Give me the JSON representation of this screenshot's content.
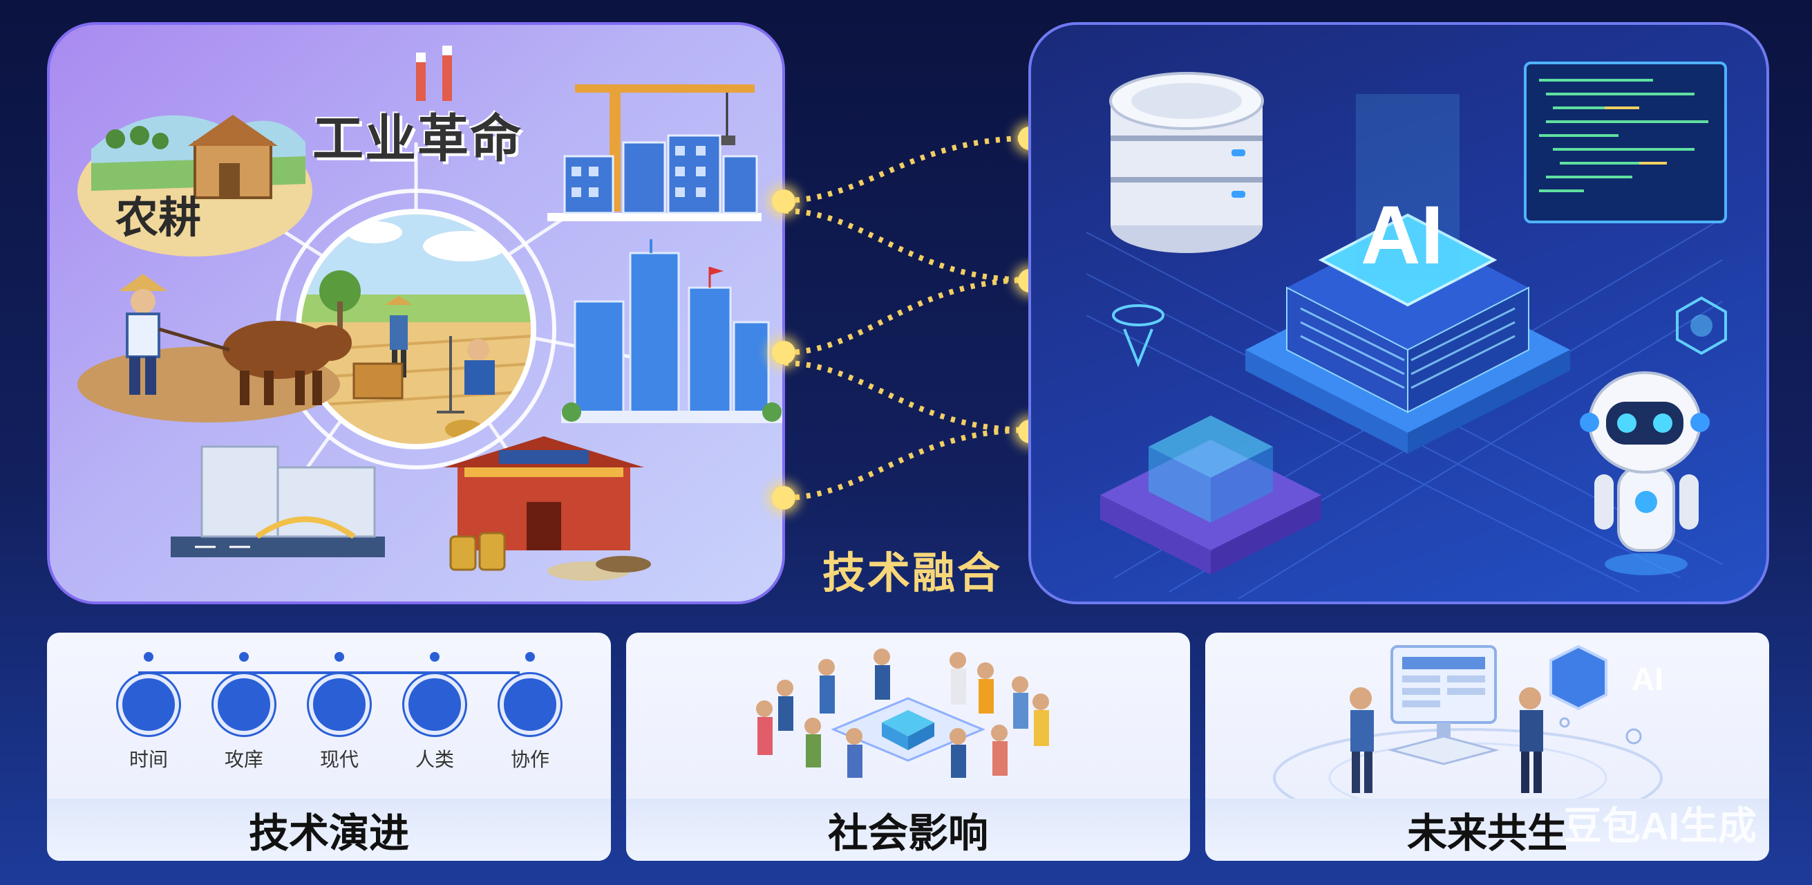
{
  "left_panel": {
    "title": "工业革命",
    "farm_sign": "农耕"
  },
  "center_label": "技术融合",
  "right_panel": {
    "ai_label": "AI"
  },
  "cards": [
    {
      "title": "技术演进",
      "steps": [
        "时间",
        "攻庠",
        "现代",
        "人类",
        "协作"
      ]
    },
    {
      "title": "社会影响"
    },
    {
      "title": "未来共生",
      "badge": "AI"
    }
  ],
  "watermark": "豆包AI生成",
  "colors": {
    "accent_gold": "#f7d77a",
    "step_blue": "#2a5fd6"
  }
}
